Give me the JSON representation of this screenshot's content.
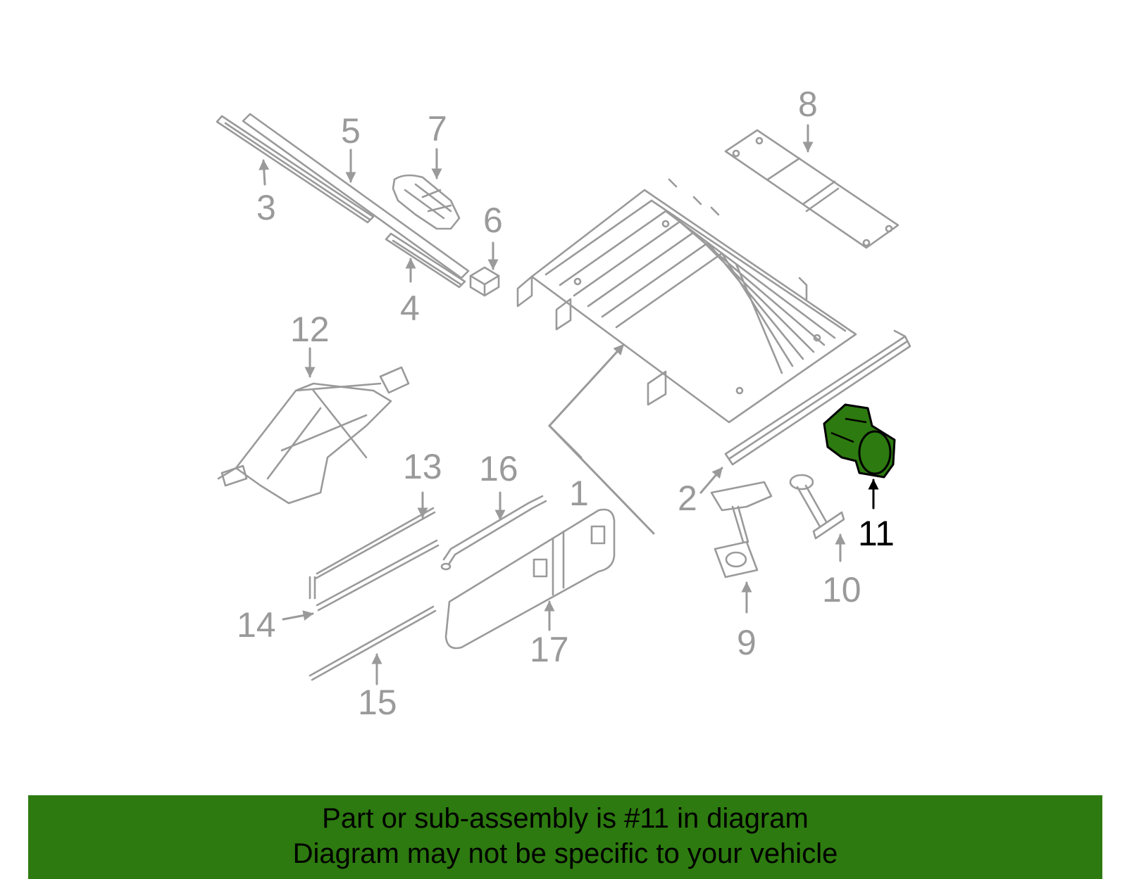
{
  "callouts": {
    "c1": "1",
    "c2": "2",
    "c3": "3",
    "c4": "4",
    "c5": "5",
    "c6": "6",
    "c7": "7",
    "c8": "8",
    "c9": "9",
    "c10": "10",
    "c11": "11",
    "c12": "12",
    "c13": "13",
    "c14": "14",
    "c15": "15",
    "c16": "16",
    "c17": "17"
  },
  "highlighted_part": "11",
  "colors": {
    "highlight": "#2d7a10",
    "line_art": "#9a9a9a",
    "banner": "#2d7a10",
    "text_active": "#000000"
  },
  "banner": {
    "line1": "Part or sub-assembly is #11 in diagram",
    "line2": "Diagram may not be specific to your vehicle"
  }
}
